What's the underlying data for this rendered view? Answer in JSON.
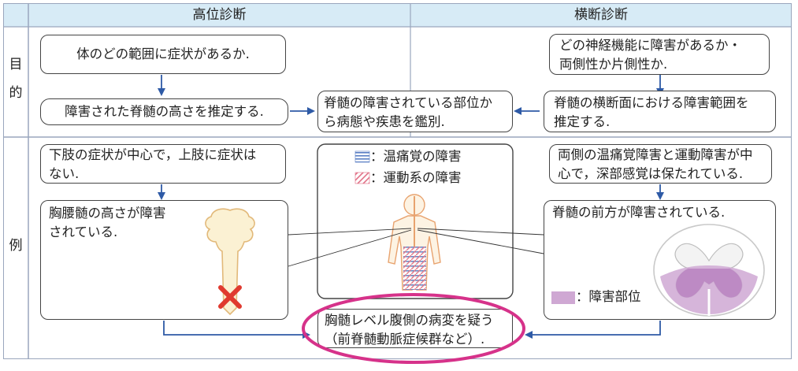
{
  "header": {
    "left": "高位診断",
    "right": "横断診断"
  },
  "rows": {
    "purpose_label": [
      "目",
      "的"
    ],
    "example_label": "例"
  },
  "purpose": {
    "left_top": "体のどの範囲に症状があるか.",
    "left_bottom": "障害された脊髄の高さを推定する.",
    "center": [
      "脊髄の障害されている部位か",
      "ら病態や疾患を鑑別."
    ],
    "right_top": [
      "どの神経機能に障害があるか・",
      "両側性か片側性か."
    ],
    "right_bottom": [
      "脊髄の横断面における障害範囲を",
      "推定する."
    ]
  },
  "example": {
    "left_top": [
      "下肢の症状が中心で，上肢に症状は",
      "ない."
    ],
    "left_bottom": [
      "胸腰髄の高さが障害",
      "されている."
    ],
    "legend": {
      "temperature": "：温痛覚の障害",
      "motor": "：運動系の障害"
    },
    "right_top": [
      "両側の温痛覚障害と運動障害が中",
      "心で，深部感覚は保たれている."
    ],
    "right_bottom": "脊髄の前方が障害されている.",
    "lesion_legend": "：障害部位",
    "conclusion": [
      "胸髄レベル腹側の病変を疑う",
      "（前脊髄動脈症候群など）."
    ]
  },
  "colors": {
    "header_band": "#d7ebf6",
    "arrow": "#2e5aa6",
    "highlight_oval": "#d6328a",
    "lesion": "#cfa8d3",
    "spine_fill": "#fbf1d3",
    "x_mark": "#e03a2f"
  }
}
